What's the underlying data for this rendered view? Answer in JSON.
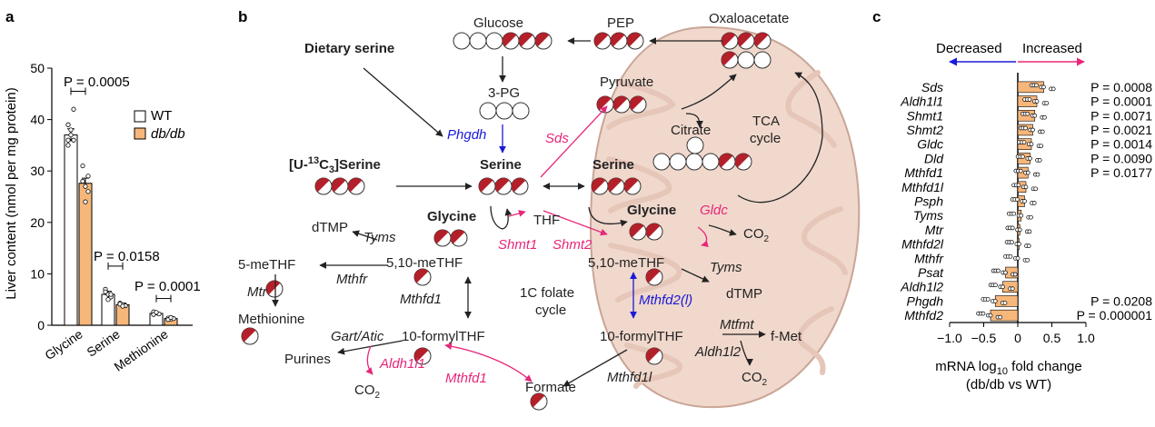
{
  "panel_labels": {
    "a": "a",
    "b": "b",
    "c": "c"
  },
  "colors": {
    "wt_fill": "#ffffff",
    "db_fill": "#f7b77a",
    "label_red": "#b3202a",
    "pink": "#e8267a",
    "blue": "#1a1ad8",
    "mito_fill": "#f0d8cc",
    "mito_stroke": "#c9a596"
  },
  "panel_a": {
    "ylabel": "Liver content (nmol per mg protein)",
    "legend": {
      "wt": "WT",
      "db": "db/db"
    },
    "pvalues": [
      "P = 0.0005",
      "P = 0.0158",
      "P = 0.0001"
    ]
  },
  "panel_b": {
    "glucose": "Glucose",
    "pep": "PEP",
    "oxaloacetate": "Oxaloacetate",
    "dietary_serine": "Dietary serine",
    "three_pg": "3-PG",
    "pyruvate": "Pyruvate",
    "citrate": "Citrate",
    "tca": "TCA",
    "tca2": "cycle",
    "phgdh": "Phgdh",
    "sds": "Sds",
    "u13c_prefix": "[U-",
    "u13c_sup": "13",
    "u13c_c": "C",
    "u13c_sub": "3",
    "u13c_suffix": "]Serine",
    "serine_c": "Serine",
    "serine_m": "Serine",
    "glycine_c": "Glycine",
    "glycine_m": "Glycine",
    "thf": "THF",
    "gldc": "Gldc",
    "co2_a": "CO",
    "co2_b": "CO",
    "co2_c": "CO",
    "sub2": "2",
    "dtmp_c": "dTMP",
    "tyms_c": "Tyms",
    "shmt1": "Shmt1",
    "shmt2": "Shmt2",
    "five_methf": "5-meTHF",
    "mtr": "Mtr",
    "mthfr": "Mthfr",
    "methf_c": "5,10-meTHF",
    "methf_m": "5,10-meTHF",
    "tyms_m": "Tyms",
    "dtmp_m": "dTMP",
    "mthfd1_a": "Mthfd1",
    "onec": "1C folate",
    "onec2": "cycle",
    "mthfd2l": "Mthfd2(l)",
    "methionine": "Methionine",
    "gart": "Gart/Atic",
    "formyl_c": "10-formylTHF",
    "formyl_m": "10-formylTHF",
    "mtfmt": "Mtfmt",
    "fmet": "f-Met",
    "purines": "Purines",
    "aldh1l1": "Aldh1l1",
    "aldh1l2": "Aldh1l2",
    "mthfd1_b": "Mthfd1",
    "formate": "Formate",
    "mthfd1l": "Mthfd1l"
  },
  "panel_c": {
    "decreased": "Decreased",
    "increased": "Increased",
    "xlabel_pre": "mRNA log",
    "xlabel_sub": "10",
    "xlabel_post": " fold change",
    "xlabel2": "(db/db vs WT)"
  },
  "chart_data": [
    {
      "type": "bar",
      "categories": [
        "Glycine",
        "Serine",
        "Methionine"
      ],
      "series": [
        {
          "name": "WT",
          "values": [
            37.0,
            6.0,
            2.3
          ],
          "errors": [
            1.2,
            0.6,
            0.2
          ],
          "points": [
            [
              39,
              37,
              36,
              35,
              38,
              42,
              36
            ],
            [
              7,
              6,
              5.5,
              6.5,
              5,
              6
            ],
            [
              2.6,
              2.4,
              2.2,
              2.1,
              2.5
            ]
          ]
        },
        {
          "name": "db/db",
          "values": [
            27.6,
            4.0,
            1.3
          ],
          "errors": [
            1.0,
            0.3,
            0.15
          ],
          "points": [
            [
              31,
              27,
              26,
              28,
              24,
              29
            ],
            [
              4.3,
              4.0,
              3.8,
              4.1,
              3.7
            ],
            [
              1.4,
              1.2,
              1.3,
              1.1,
              1.5
            ]
          ]
        }
      ],
      "ylabel": "Liver content (nmol per mg protein)",
      "ylim": [
        0,
        50
      ],
      "yticks": [
        0,
        10,
        20,
        30,
        40,
        50
      ],
      "annotations": [
        "P = 0.0005",
        "P = 0.0158",
        "P = 0.0001"
      ],
      "legend": "top-right"
    },
    {
      "type": "bar",
      "orientation": "horizontal",
      "categories": [
        "Sds",
        "Aldh1l1",
        "Shmt1",
        "Shmt2",
        "Gldc",
        "Dld",
        "Mthfd1",
        "Mthfd1l",
        "Psph",
        "Tyms",
        "Mtr",
        "Mthfd2l",
        "Mthfr",
        "Psat",
        "Aldh1l2",
        "Phgdh",
        "Mthfd2"
      ],
      "values": [
        0.38,
        0.28,
        0.25,
        0.22,
        0.2,
        0.18,
        0.15,
        0.12,
        0.1,
        0.05,
        0.03,
        0.02,
        0.0,
        -0.18,
        -0.22,
        -0.33,
        -0.4
      ],
      "pvalues": [
        "P = 0.0008",
        "P = 0.0001",
        "P = 0.0071",
        "P = 0.0021",
        "P = 0.0014",
        "P = 0.0090",
        "P = 0.0177",
        "",
        "",
        "",
        "",
        "",
        "",
        "",
        "",
        "P = 0.0208",
        "P = 0.000001"
      ],
      "xlabel": "mRNA log10 fold change (db/db vs WT)",
      "xlim": [
        -1.0,
        1.0
      ],
      "xticks": [
        "−1.0",
        "−0.5",
        "0",
        "0.5",
        "1.0"
      ]
    }
  ]
}
